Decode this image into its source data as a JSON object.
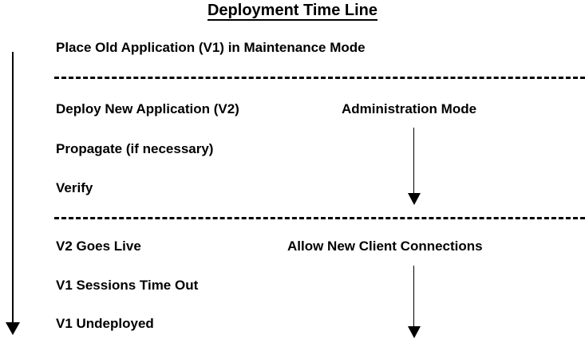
{
  "diagram": {
    "title": "Deployment Time Line",
    "background_color": "#ffffff",
    "ink_color": "#000000"
  },
  "timeline_arrow": {
    "name": "main-timeline-arrow",
    "direction": "down"
  },
  "phases": [
    {
      "id": "maintenance",
      "left_column": [
        "Place Old Application (V1) in Maintenance Mode"
      ],
      "right_column": []
    },
    {
      "id": "administration",
      "left_column": [
        "Deploy New Application (V2)",
        "Propagate (if necessary)",
        "Verify"
      ],
      "right_column": [
        "Administration Mode"
      ]
    },
    {
      "id": "live",
      "left_column": [
        "V2 Goes Live",
        "V1 Sessions Time Out",
        "V1 Undeployed"
      ],
      "right_column": [
        "Allow New Client Connections"
      ]
    }
  ],
  "labels": {
    "place_old_app": "Place Old Application (V1) in Maintenance Mode",
    "deploy_new_app": "Deploy New Application (V2)",
    "administration_mode": "Administration Mode",
    "propagate": "Propagate (if necessary)",
    "verify": "Verify",
    "v2_goes_live": "V2 Goes Live",
    "allow_new_client_connections": "Allow New Client Connections",
    "v1_sessions_time_out": "V1 Sessions Time Out",
    "v1_undeployed": "V1 Undeployed"
  },
  "dividers": [
    {
      "name": "divider-after-maintenance"
    },
    {
      "name": "divider-after-administration"
    }
  ],
  "side_arrows": [
    {
      "name": "administration-mode-arrow",
      "direction": "down"
    },
    {
      "name": "allow-connections-arrow",
      "direction": "down"
    }
  ]
}
